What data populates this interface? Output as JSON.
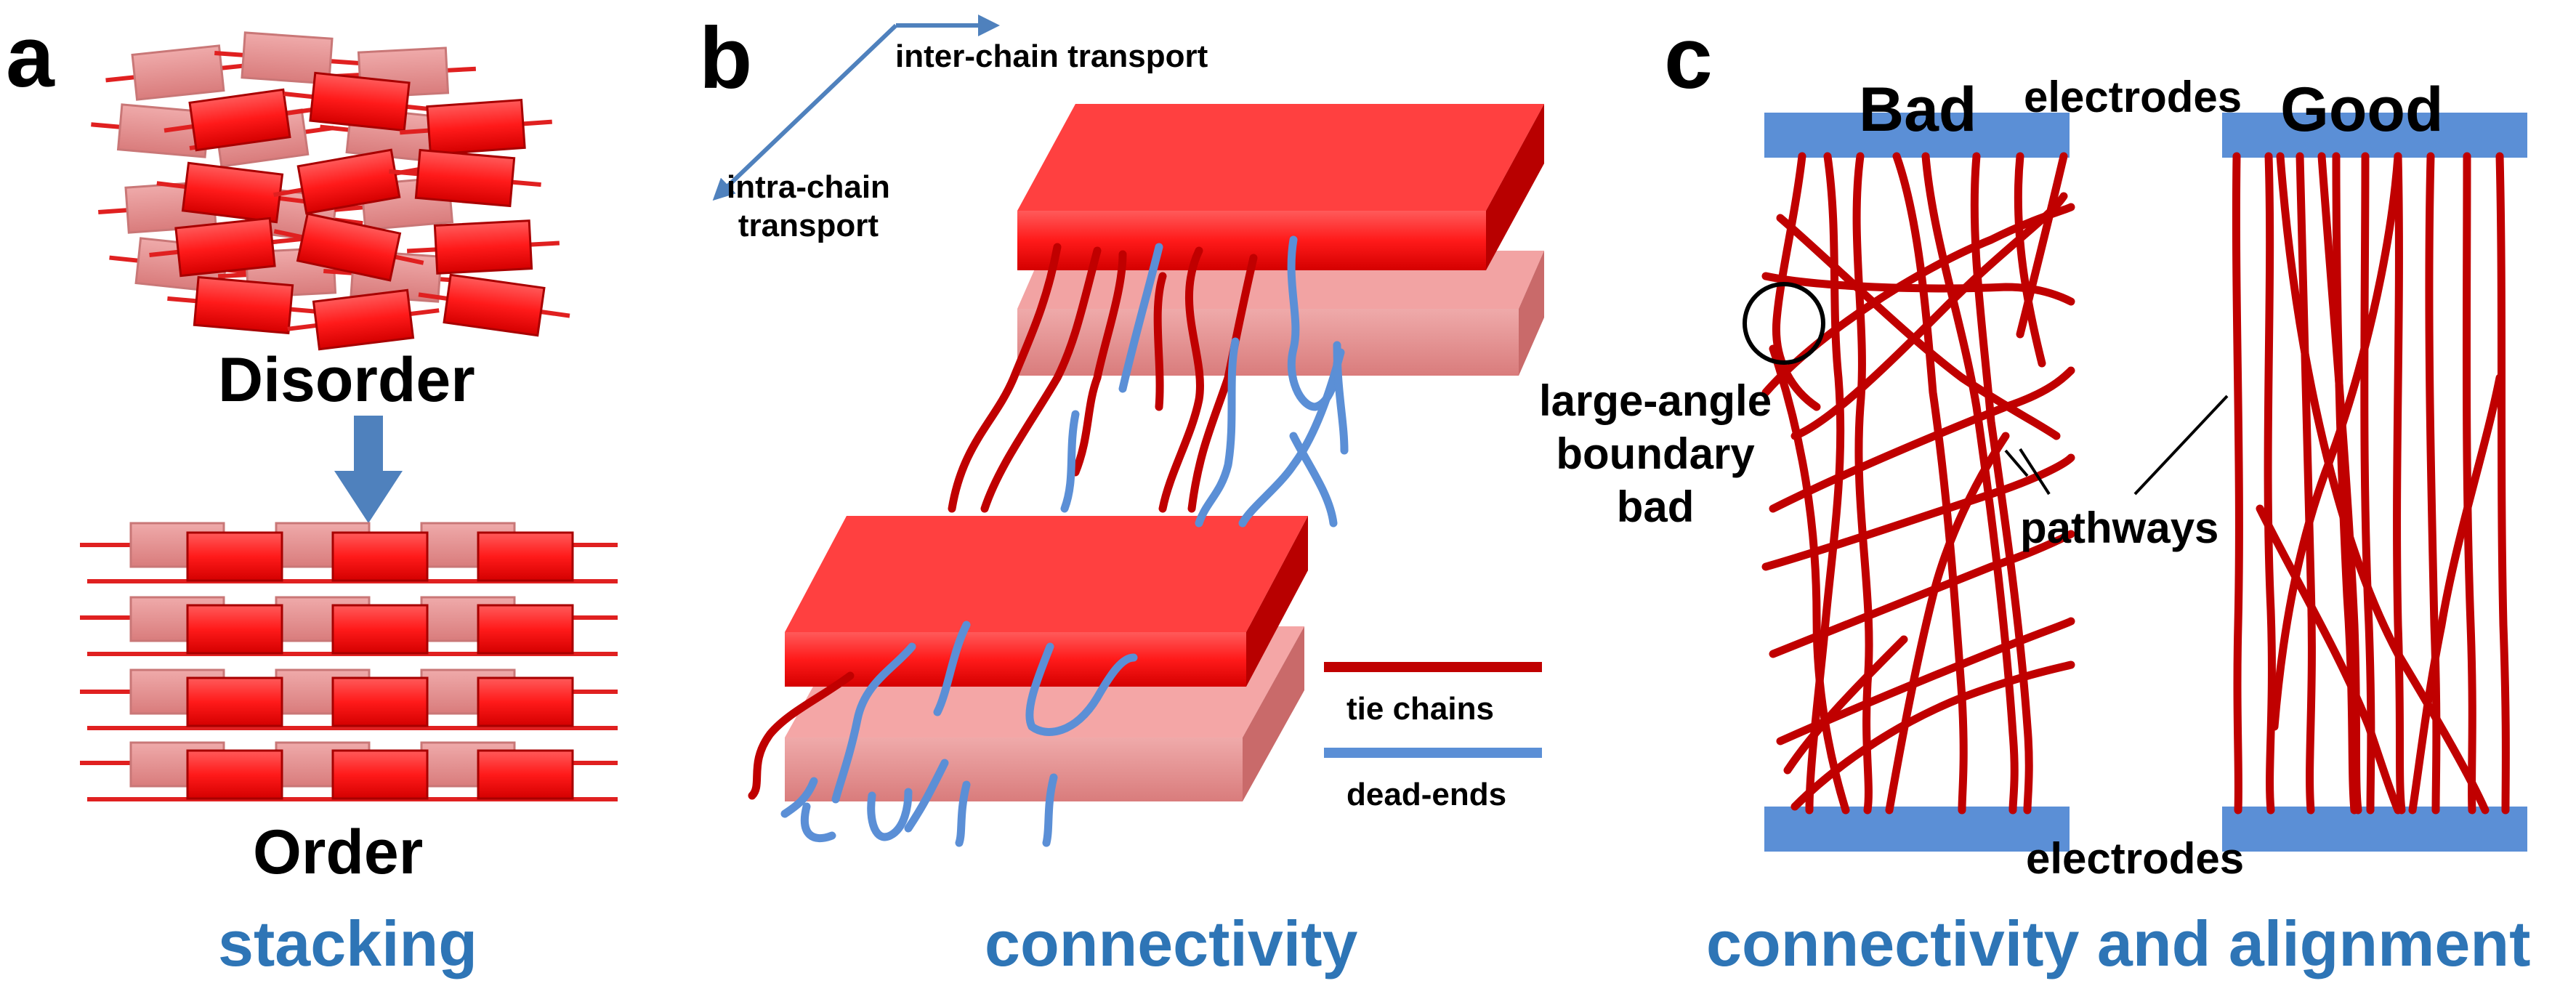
{
  "panels": {
    "a": {
      "letter": "a",
      "top_label": "Disorder",
      "bottom_label": "Order",
      "caption": "stacking"
    },
    "b": {
      "letter": "b",
      "arrow_top_label": "inter-chain transport",
      "arrow_side_label": "intra-chain\ntransport",
      "legend": [
        {
          "label": "tie chains",
          "color": "#c00000"
        },
        {
          "label": "dead-ends",
          "color": "#5b8fd6"
        }
      ],
      "caption": "connectivity"
    },
    "c": {
      "letter": "c",
      "bad_label": "Bad",
      "good_label": "Good",
      "electrodes_top": "electrodes",
      "electrodes_bottom": "electrodes",
      "boundary_label": "large-angle\nboundary\nbad",
      "pathways_label": "pathways",
      "caption": "connectivity and alignment"
    }
  },
  "colors": {
    "crystal_red": "#ff2a2a",
    "crystal_pink": "#e89090",
    "chain_red": "#c00000",
    "dead_end_blue": "#5b8fd6",
    "electrode_blue": "#5b8fd6",
    "caption_blue": "#2e75b6",
    "arrow_blue": "#4f81bd"
  }
}
